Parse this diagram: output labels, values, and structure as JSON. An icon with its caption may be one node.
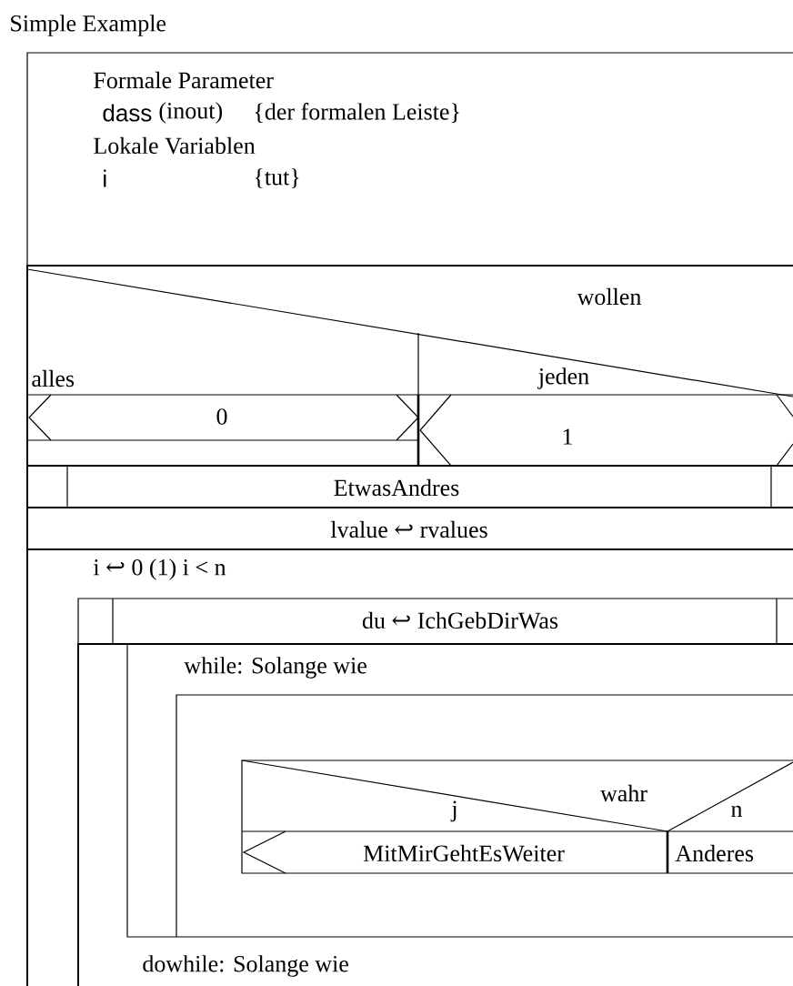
{
  "diagram": {
    "title": "Simple Example",
    "nodes": [
      {
        "text": [
          "Formale Parameter",
          "dass",
          "(inout)",
          "{der formalen Leiste}",
          "Lokale Variablen",
          "i",
          "{tut}"
        ]
      },
      {
        "text": [
          "wollen",
          "alles",
          "jeden"
        ]
      },
      {
        "text": [
          "0"
        ],
        "in": 1
      },
      {
        "text": [
          "1"
        ],
        "in": 1
      },
      {
        "text": [
          "EtwasAndres"
        ]
      },
      {
        "text": [
          "lvalue ↩ rvalues"
        ]
      },
      {
        "text": [
          "i ↩ 0 (1) i < n"
        ]
      },
      {
        "text": [
          "du ↩ IchGebDirWas"
        ],
        "in": 6
      },
      {
        "text": [
          "dowhile: Solange wie"
        ],
        "in": 6
      },
      {
        "text": [
          "while: Solange wie"
        ],
        "in": 8
      },
      {
        "text": [
          "wahr",
          "j",
          "n"
        ],
        "in": 9
      },
      {
        "text": [
          "MitMirGehtEsWeiter"
        ],
        "in": 10
      },
      {
        "text": [
          "Anderes"
        ],
        "in": 10
      }
    ]
  }
}
